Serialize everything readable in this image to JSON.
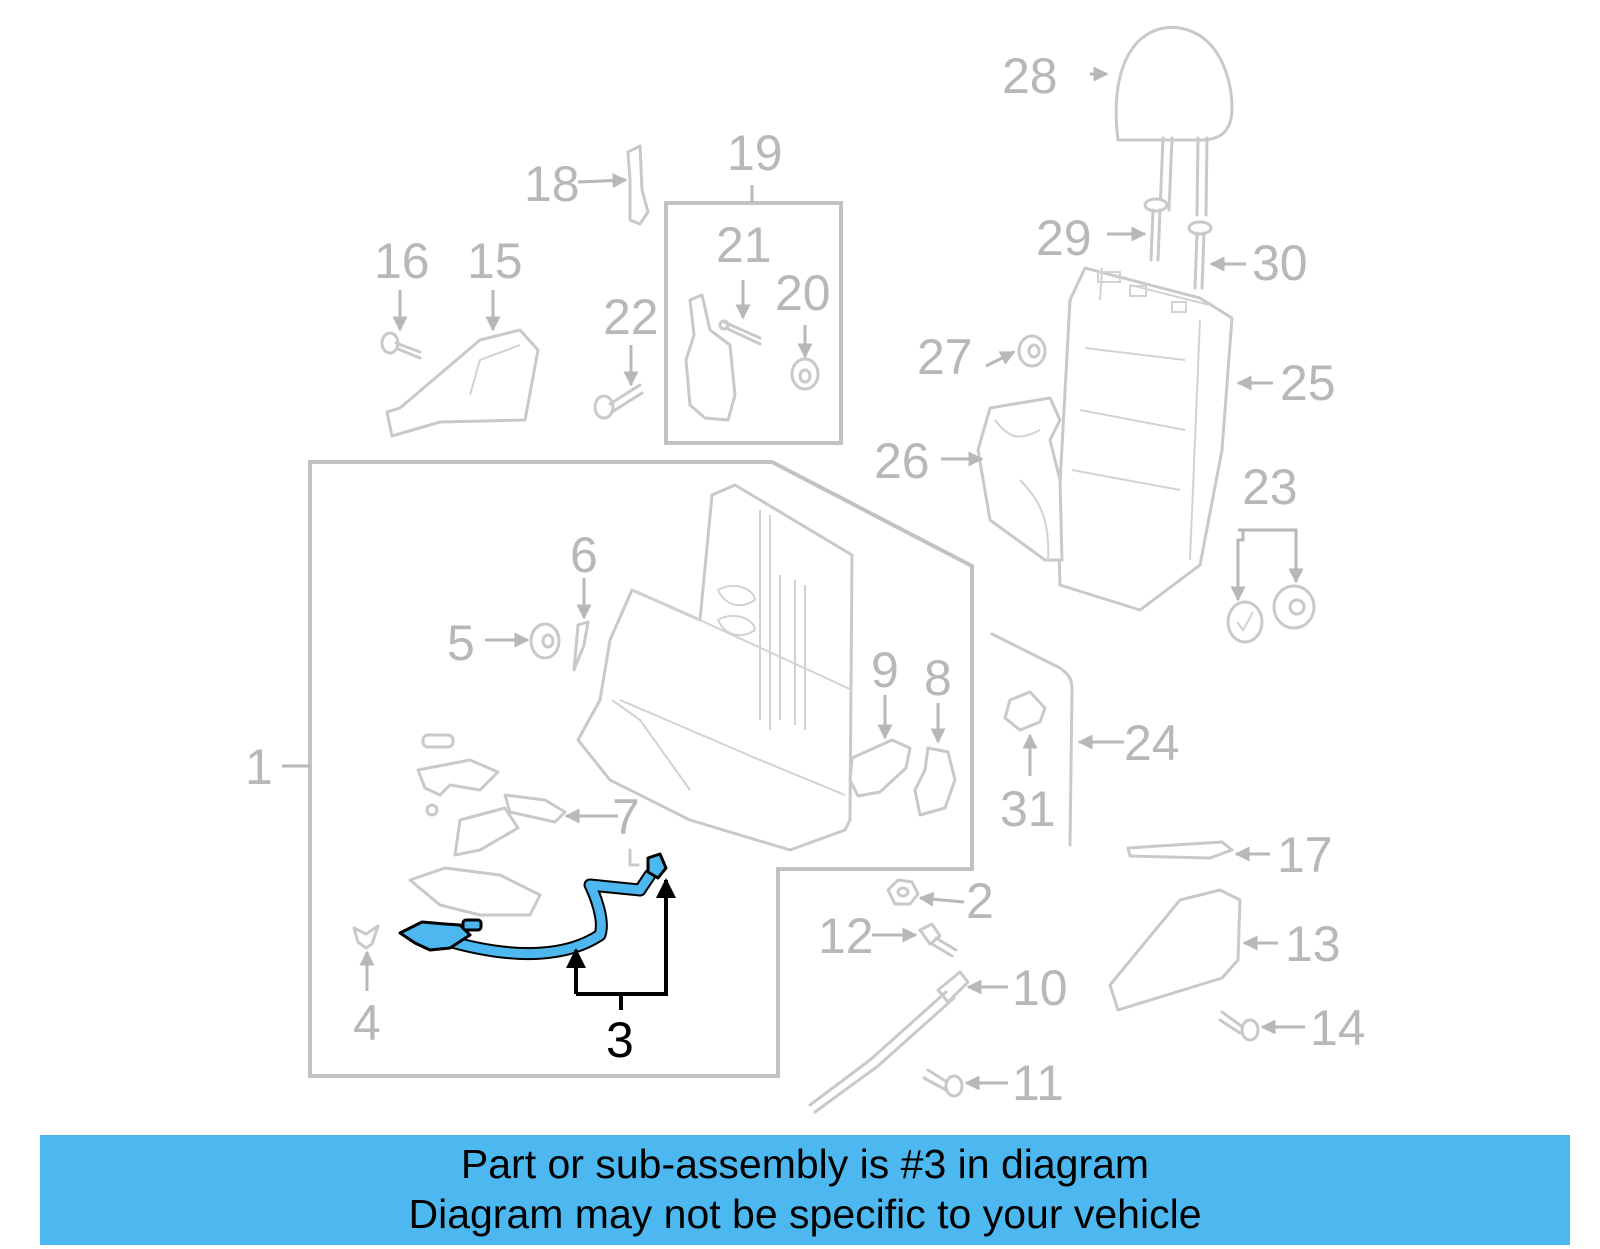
{
  "diagram": {
    "highlight_color": "#4cb8ef",
    "callouts": {
      "c1": "1",
      "c2": "2",
      "c3": "3",
      "c4": "4",
      "c5": "5",
      "c6": "6",
      "c7": "7",
      "c8": "8",
      "c9": "9",
      "c10": "10",
      "c11": "11",
      "c12": "12",
      "c13": "13",
      "c14": "14",
      "c15": "15",
      "c16": "16",
      "c17": "17",
      "c18": "18",
      "c19": "19",
      "c20": "20",
      "c21": "21",
      "c22": "22",
      "c23": "23",
      "c24": "24",
      "c25": "25",
      "c26": "26",
      "c27": "27",
      "c28": "28",
      "c29": "29",
      "c30": "30",
      "c31": "31"
    }
  },
  "banner": {
    "line1": "Part or sub-assembly is #3 in diagram",
    "line2": "Diagram may not be specific to your vehicle",
    "color": "#4cb8ef"
  }
}
